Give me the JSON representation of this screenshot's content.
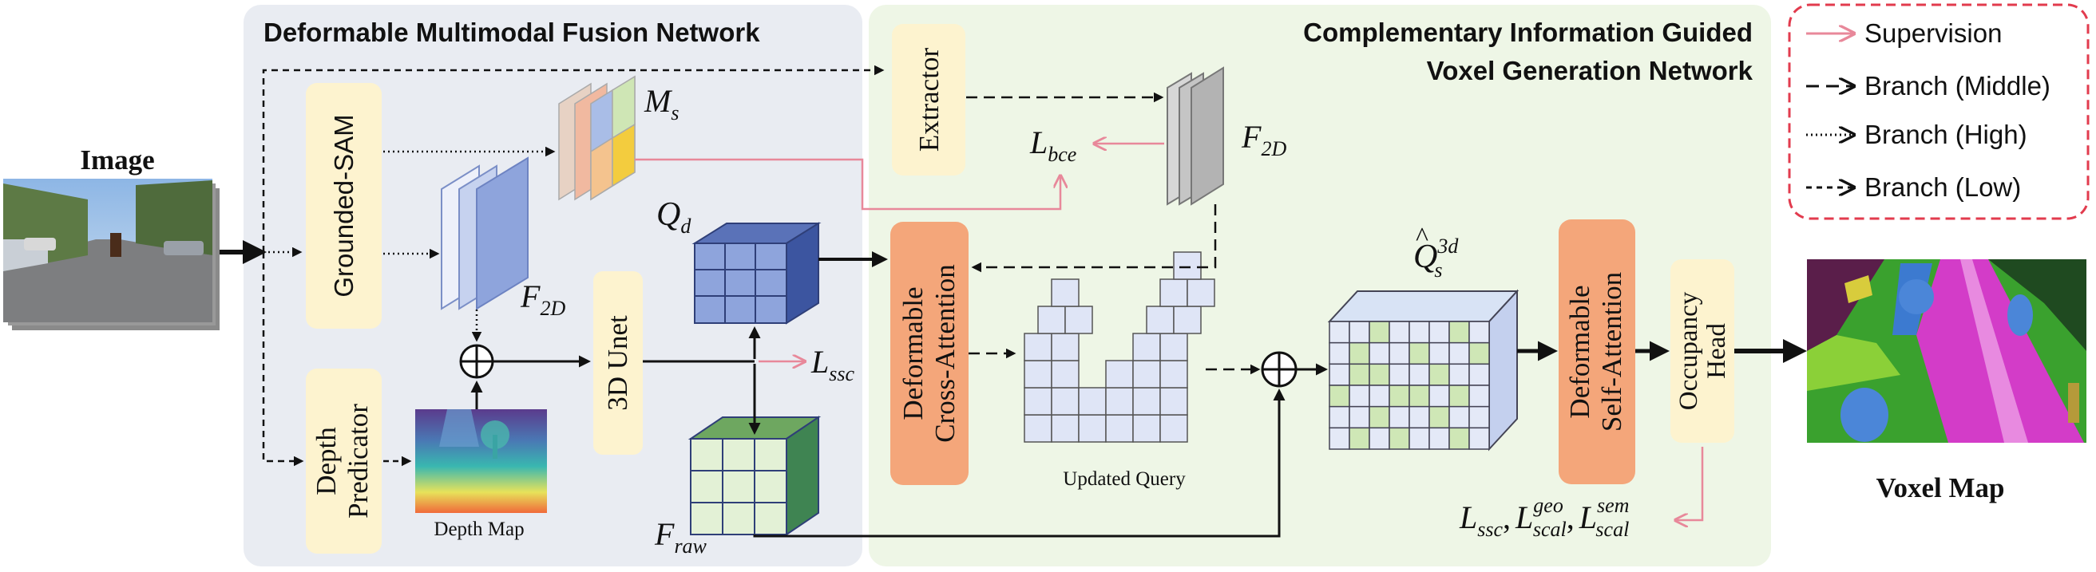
{
  "panels": {
    "left_title": "Deformable Multimodal Fusion Network",
    "right_title_line1": "Complementary Information Guided",
    "right_title_line2": "Voxel Generation Network"
  },
  "inputs": {
    "image_label": "Image"
  },
  "outputs": {
    "voxel_map_label": "Voxel Map"
  },
  "modules": {
    "grounded_sam": "Grounded-SAM",
    "depth_predictor_line1": "Depth",
    "depth_predictor_line2": "Predicator",
    "unet": "3D Unet",
    "extractor": "Extractor",
    "cross_attn_line1": "Deformable",
    "cross_attn_line2": "Cross-Attention",
    "self_attn_line1": "Deformable",
    "self_attn_line2": "Self-Attention",
    "occupancy_line1": "Occupancy",
    "occupancy_line2": "Head"
  },
  "captions": {
    "depth_map": "Depth Map",
    "updated_query": "Updated Query"
  },
  "symbols": {
    "F_main": "F",
    "F_sub": "2D",
    "M_main": "M",
    "M_sub": "s",
    "Qd_main": "Q",
    "Qd_sub": "d",
    "Fraw_main": "F",
    "Fraw_sub": "raw",
    "Lbce_main": "L",
    "Lbce_sub": "bce",
    "Lssc_main": "L",
    "Lssc_sub": "ssc",
    "Qs_main": "Q",
    "Qs_sub": "s",
    "Qs_sup": "3d",
    "loss_L": "L",
    "loss_ssc": "ssc",
    "loss_geo_sup": "geo",
    "loss_geo_sub": "scal",
    "loss_sem_sup": "sem",
    "loss_sem_sub": "scal",
    "comma": ","
  },
  "legend": {
    "supervision": "Supervision",
    "branch_middle": "Branch (Middle)",
    "branch_high": "Branch (High)",
    "branch_low": "Branch (Low)"
  },
  "colors": {
    "panel_left": "#e9ecf2",
    "panel_right": "#eef6e6",
    "module_fill": "#fdf3cf",
    "attention_fill": "#f4a67a",
    "supervision": "#e8889a",
    "legend_border": "#e23b4e",
    "cube_blue": "#7f98cf",
    "cube_green": "#d8ecc8"
  }
}
